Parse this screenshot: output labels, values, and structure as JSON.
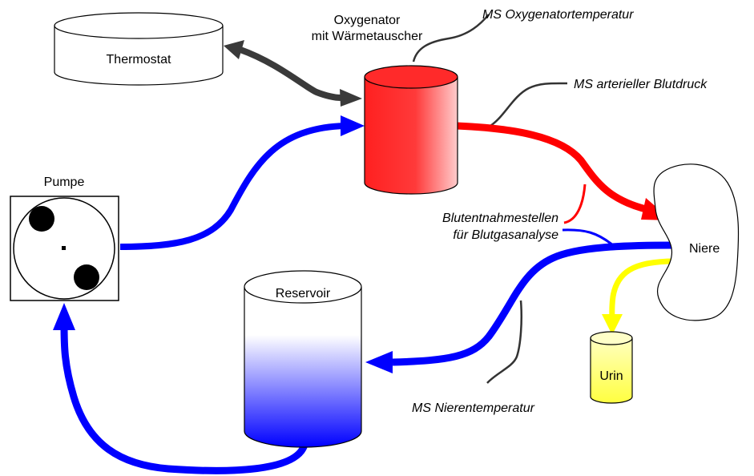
{
  "labels": {
    "thermostat": "Thermostat",
    "oxygenator_line1": "Oxygenator",
    "oxygenator_line2": "mit Wärmetauscher",
    "ms_oxy_temp": "MS Oxygenatortemperatur",
    "ms_arterial_pressure": "MS arterieller Blutdruck",
    "pump": "Pumpe",
    "sampling_line1": "Blutentnahmestellen",
    "sampling_line2": "für Blutgasanalyse",
    "kidney": "Niere",
    "reservoir": "Reservoir",
    "urine": "Urin",
    "ms_kidney_temp": "MS Nierentemperatur"
  },
  "colors": {
    "venous_blue": "#0000ff",
    "arterial_red": "#ff0000",
    "urine_yellow": "#ffff00",
    "heat_exchange_gray": "#3a3a3a",
    "sensor_line": "#333333"
  }
}
